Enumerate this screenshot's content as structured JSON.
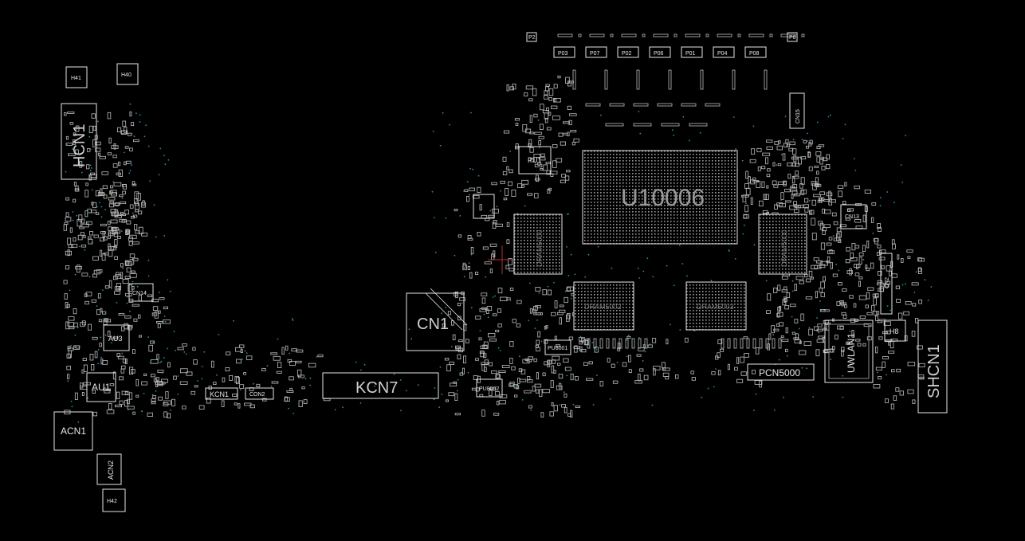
{
  "colors": {
    "background": "#000000",
    "outline": "#e6e6e6",
    "pad": "#bdbdbd",
    "via": "#2a8fa8",
    "probe": "#b03030"
  },
  "labels": {
    "hcn1": "HCN1",
    "h41": "H41",
    "h40": "H40",
    "cn14": "CN14",
    "au3": "AU3",
    "au1": "AU1",
    "acn1": "ACN1",
    "acn2": "ACN2",
    "h42": "H42",
    "kcn1": "KCN1",
    "con2": "CON2",
    "kcn7": "KCN7",
    "cn1": "CN1",
    "pu1": "PU1",
    "u10006": "U10006",
    "dram_left": "DRAM5000",
    "dram_right": "DRAM5000",
    "dram_bl": "DRAM5002",
    "dram_br": "DRAM5003",
    "pu8001": "PU8001",
    "pu8002": "PU8002",
    "pcn5000": "PCN5000",
    "uwlan1": "UWLAN1",
    "h8": "H8",
    "shcn1": "SHCN1",
    "cn13": "CN13",
    "cn15": "CN15",
    "cn2": "CN2",
    "p03": "P03",
    "p07": "P07",
    "p02": "P02",
    "p06": "P06",
    "p01": "P01",
    "p04": "P04",
    "p08": "P08",
    "p_left": "P2",
    "p_right": "P8"
  }
}
